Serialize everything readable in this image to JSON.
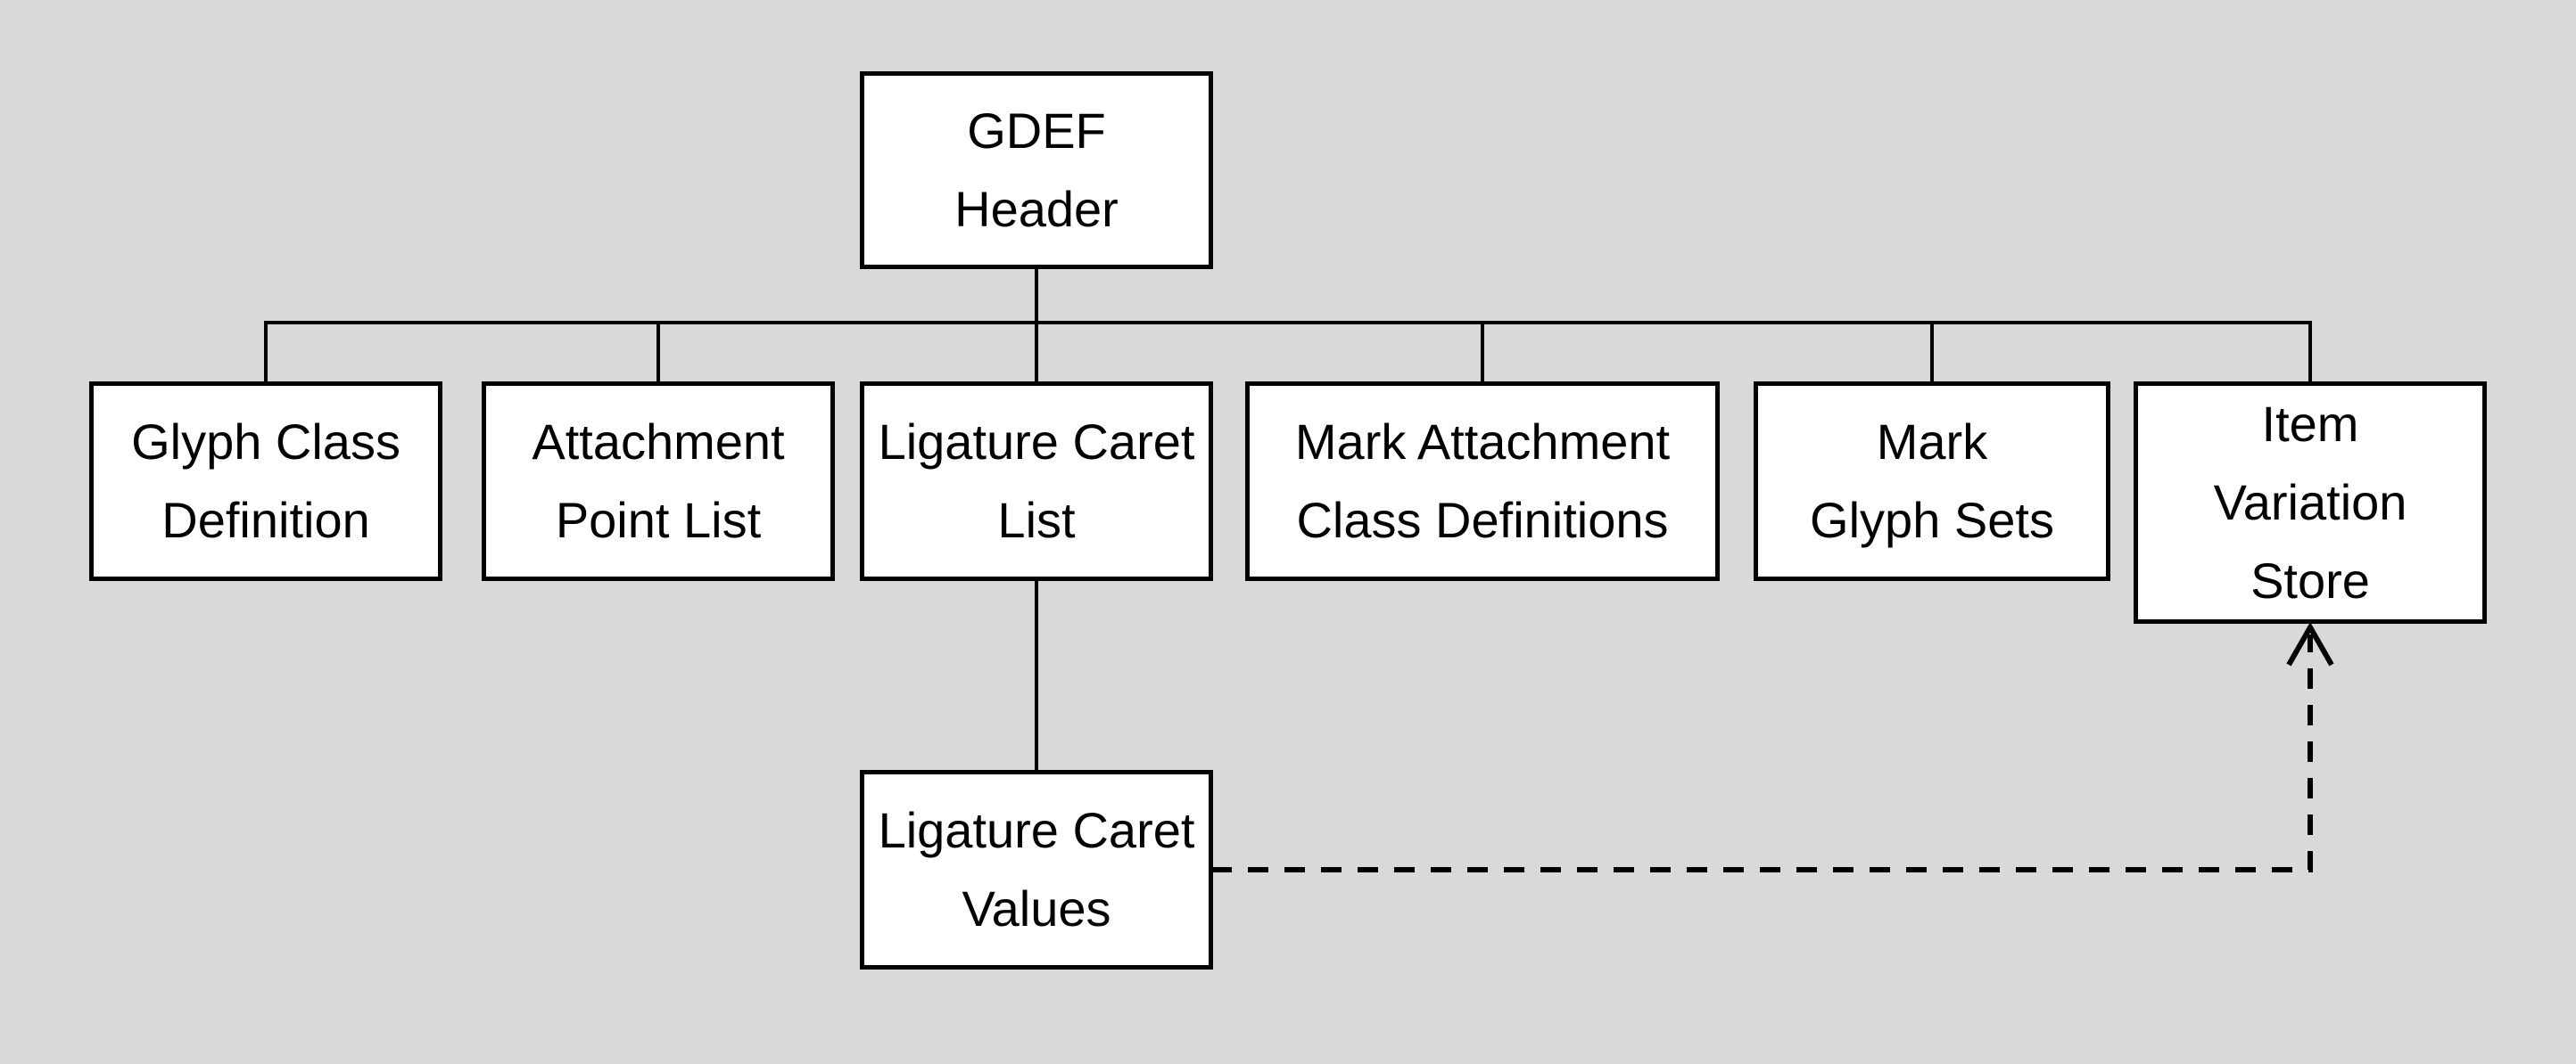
{
  "diagram": {
    "background_color": "#d9d9d9",
    "node_fill_color": "#ffffff",
    "node_border_color": "#000000",
    "connector_color": "#000000",
    "nodes": {
      "gdef_header": {
        "label": "GDEF\nHeader"
      },
      "glyph_class_definition": {
        "label": "Glyph Class\nDefinition"
      },
      "attachment_point_list": {
        "label": "Attachment\nPoint List"
      },
      "ligature_caret_list": {
        "label": "Ligature Caret\nList"
      },
      "mark_attachment_class_definitions": {
        "label": "Mark Attachment\nClass Definitions"
      },
      "mark_glyph_sets": {
        "label": "Mark\nGlyph Sets"
      },
      "item_variation_store": {
        "label": "Item\nVariation\nStore"
      },
      "ligature_caret_values": {
        "label": "Ligature Caret\nValues"
      }
    },
    "edges": [
      {
        "from": "gdef_header",
        "to": "glyph_class_definition",
        "style": "solid"
      },
      {
        "from": "gdef_header",
        "to": "attachment_point_list",
        "style": "solid"
      },
      {
        "from": "gdef_header",
        "to": "ligature_caret_list",
        "style": "solid"
      },
      {
        "from": "gdef_header",
        "to": "mark_attachment_class_definitions",
        "style": "solid"
      },
      {
        "from": "gdef_header",
        "to": "mark_glyph_sets",
        "style": "solid"
      },
      {
        "from": "gdef_header",
        "to": "item_variation_store",
        "style": "solid"
      },
      {
        "from": "ligature_caret_list",
        "to": "ligature_caret_values",
        "style": "solid"
      },
      {
        "from": "ligature_caret_values",
        "to": "item_variation_store",
        "style": "dashed-arrow"
      }
    ]
  }
}
